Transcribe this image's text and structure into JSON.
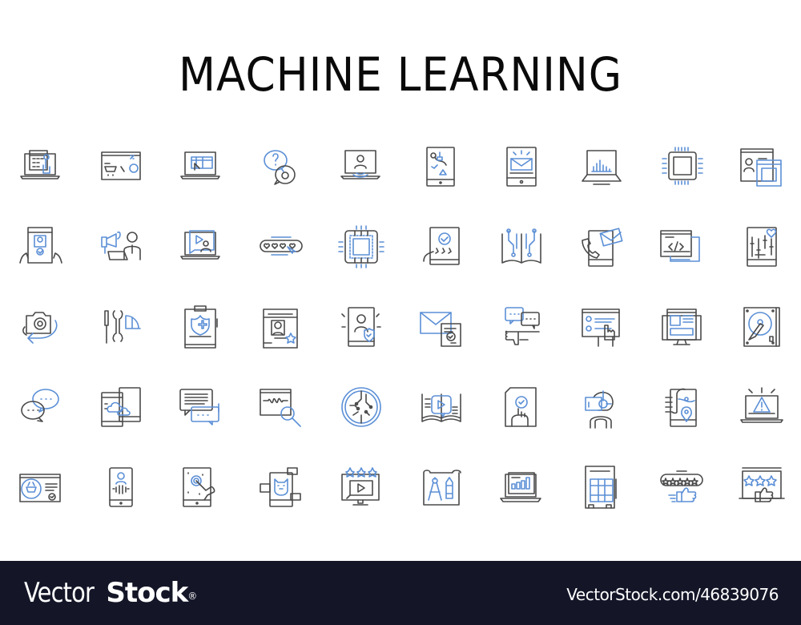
{
  "title": "MACHINE LEARNING",
  "colors": {
    "stroke_dark": "#4a4a4a",
    "stroke_blue": "#5b8fd6",
    "footer_bg": "#141628",
    "footer_text": "#ffffff"
  },
  "icon_rows": [
    [
      "laptop-calendar-touch-icon",
      "browser-shopping-cart-discount-icon",
      "laptop-online-store-icon",
      "question-answer-chat-icon",
      "laptop-video-call-icon",
      "tablet-map-route-icon",
      "tablet-email-notification-icon",
      "laptop-bar-chart-icon",
      "cpu-chip-icon",
      "browser-profile-windows-icon"
    ],
    [
      "hands-holding-id-card-icon",
      "person-megaphone-laptop-icon",
      "laptop-video-tutorial-icon",
      "heart-rating-bar-icon",
      "processor-chip-icon",
      "tablet-star-rating-check-icon",
      "book-circuit-icon",
      "phone-call-email-icon",
      "code-window-icon",
      "tablet-equalizer-heart-icon"
    ],
    [
      "camera-rotate-icon",
      "screwdriver-wrench-helmet-icon",
      "clipboard-medical-shield-icon",
      "profile-card-star-icon",
      "tablet-user-security-icon",
      "email-certificate-icon",
      "chat-dislike-icon",
      "presentation-click-icon",
      "monitor-webpage-layout-icon",
      "hard-drive-icon"
    ],
    [
      "chat-bubbles-icon",
      "phones-cloud-sync-icon",
      "message-notification-icon",
      "waveform-search-icon",
      "circuit-circle-icon",
      "book-video-icon",
      "document-touch-approve-icon",
      "vr-headset-user-icon",
      "hand-phone-location-icon",
      "laptop-warning-icon"
    ],
    [
      "shopping-basket-card-icon",
      "phone-voice-assistant-icon",
      "tablet-touch-gesture-icon",
      "phone-chatbot-icon",
      "monitor-video-rating-icon",
      "blueprint-compass-pencil-icon",
      "laptop-growth-chart-icon",
      "film-strip-tablet-icon",
      "five-star-thumbs-up-icon",
      "board-stars-like-icon"
    ]
  ],
  "footer": {
    "brand_light": "Vector",
    "brand_bold": "Stock",
    "brand_mark": "®",
    "stock_id": "VectorStock.com/46839076"
  }
}
